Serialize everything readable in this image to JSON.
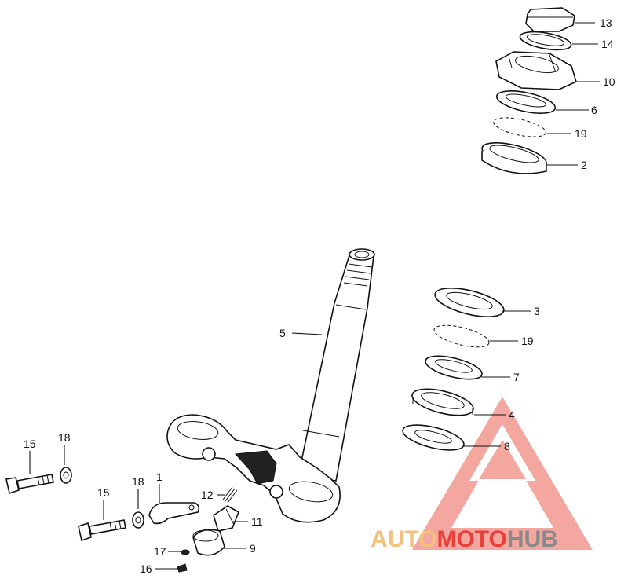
{
  "callouts": {
    "c1": "1",
    "c2": "2",
    "c3": "3",
    "c4": "4",
    "c5": "5",
    "c6": "6",
    "c7": "7",
    "c8": "8",
    "c9": "9",
    "c10": "10",
    "c11": "11",
    "c12": "12",
    "c13": "13",
    "c14": "14",
    "c15a": "15",
    "c15b": "15",
    "c16": "16",
    "c17": "17",
    "c18a": "18",
    "c18b": "18",
    "c19a": "19",
    "c19b": "19"
  },
  "watermark": {
    "part1": "AUTO",
    "part2": "MOTO",
    "part3": "HUB",
    "colors": {
      "auto": "#f4c07a",
      "moto": "#e8403a",
      "hub": "#8a8a8a",
      "logo": "#f08a80"
    }
  }
}
